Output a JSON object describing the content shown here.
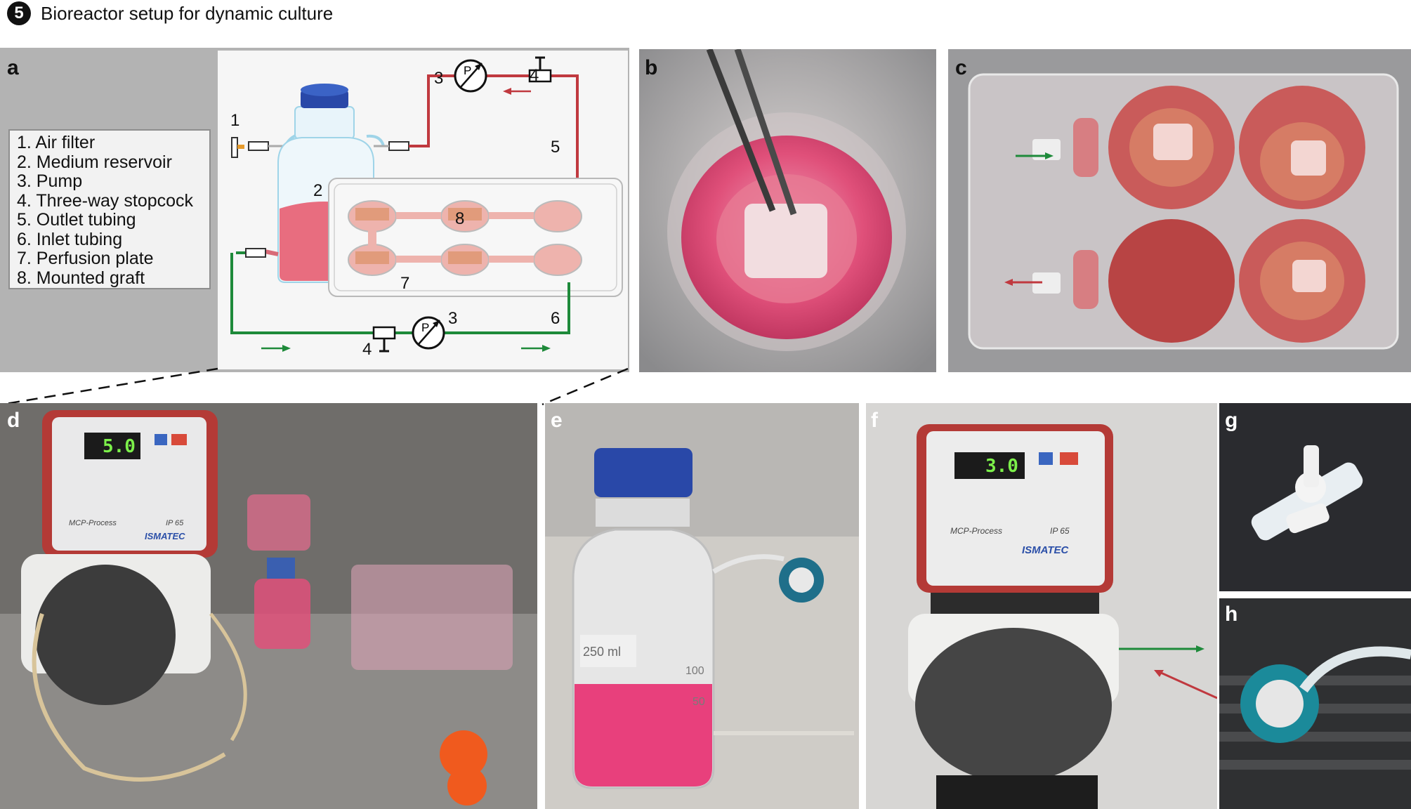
{
  "header": {
    "step": "5",
    "title": "Bioreactor setup for dynamic culture"
  },
  "panels": {
    "a": "a",
    "b": "b",
    "c": "c",
    "d": "d",
    "e": "e",
    "f": "f",
    "g": "g",
    "h": "h"
  },
  "legend": [
    "1. Air filter",
    "2. Medium reservoir",
    "3. Pump",
    "4. Three-way stopcock",
    "5. Outlet tubing",
    "6. Inlet tubing",
    "7. Perfusion plate",
    "8. Mounted graft"
  ],
  "diagram_numbers": {
    "air_filter": "1",
    "reservoir": "2",
    "pump_top": "3",
    "stopcock_top": "4",
    "outlet": "5",
    "graft": "8",
    "plate": "7",
    "pump_bottom": "3",
    "stopcock_bottom": "4",
    "inlet": "6",
    "pump_symbol": "P"
  },
  "pump_d": {
    "display": "5.0",
    "model": "MCP-Process",
    "rating": "IP 65",
    "brand": "ISMATEC"
  },
  "pump_f": {
    "display": "3.0",
    "model": "MCP-Process",
    "rating": "IP 65",
    "brand": "ISMATEC"
  },
  "bottle_e": {
    "volume": "250 ml",
    "mark_100": "100",
    "mark_50": "50"
  },
  "colors": {
    "outlet": "#c0393f",
    "inlet": "#1e8a3a",
    "medium": "#e0507a",
    "cap": "#2948a8"
  }
}
